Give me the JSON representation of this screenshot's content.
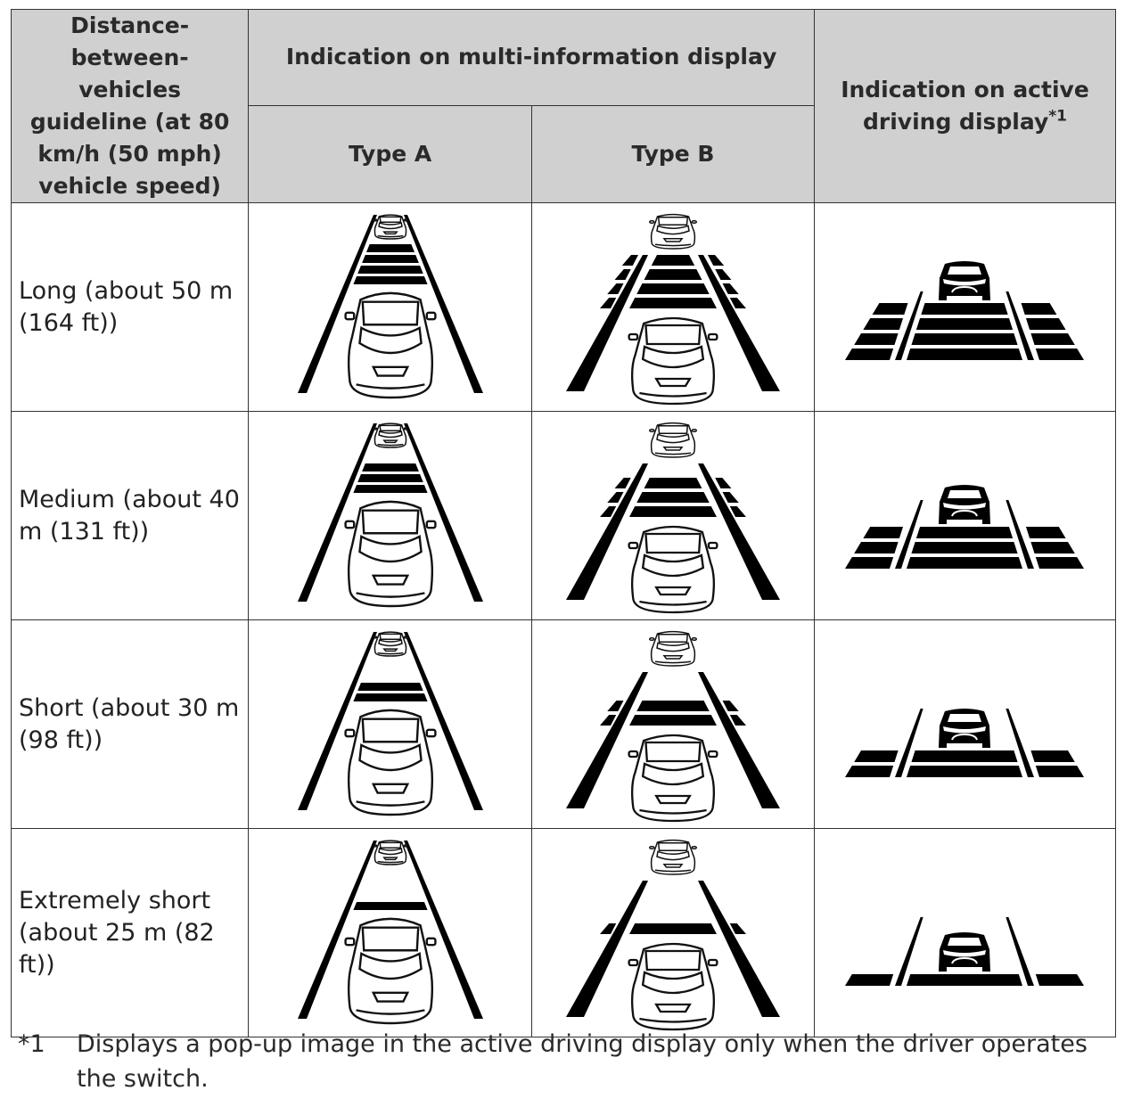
{
  "header": {
    "col1": "Distance-between-vehicles guideline (at 80 km/h (50 mph) vehicle speed)",
    "mid": "Indication on multi-information display",
    "type_a": "Type A",
    "type_b": "Type B",
    "col4": "Indication on active driving display",
    "col4_note": "*1"
  },
  "rows": [
    {
      "label": "Long (about 50 m (164 ft))",
      "bar_count": 4
    },
    {
      "label": "Medium (about 40 m (131 ft))",
      "bar_count": 3
    },
    {
      "label": "Short (about 30 m (98 ft))",
      "bar_count": 2
    },
    {
      "label": "Extremely short (about 25 m (82 ft))",
      "bar_count": 1
    }
  ],
  "footnote": {
    "mark": "*1",
    "text": "Displays a pop-up image in the active driving display only when the driver operates the switch."
  }
}
